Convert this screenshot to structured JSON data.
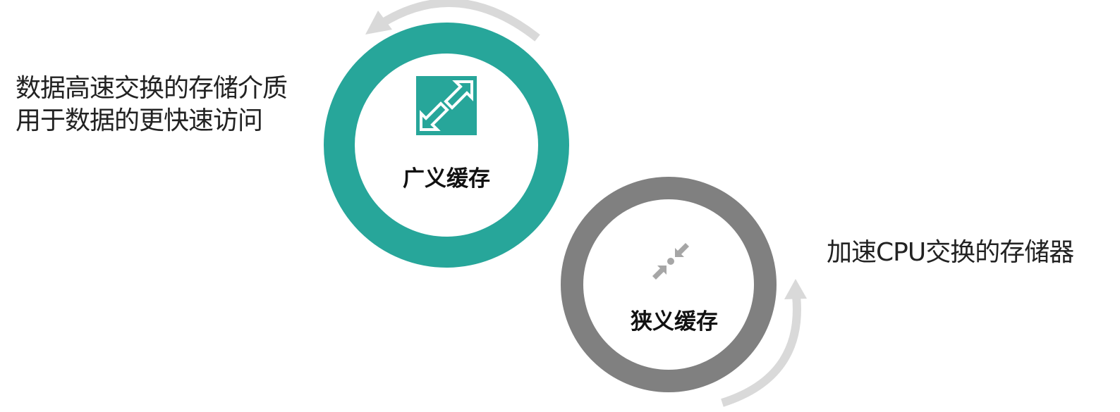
{
  "broad_cache": {
    "label": "广义缓存",
    "description_line1": "数据高速交换的存储介质",
    "description_line2": "用于数据的更快速访问",
    "icon": "expand-arrows-icon"
  },
  "narrow_cache": {
    "label": "狭义缓存",
    "description": "加速CPU交换的存储器",
    "icon": "collapse-arrows-icon"
  },
  "colors": {
    "broad_ring": "#27A69A",
    "narrow_ring": "#808080",
    "cycle_arrows": "#D9D9D9",
    "text": "#222222"
  }
}
